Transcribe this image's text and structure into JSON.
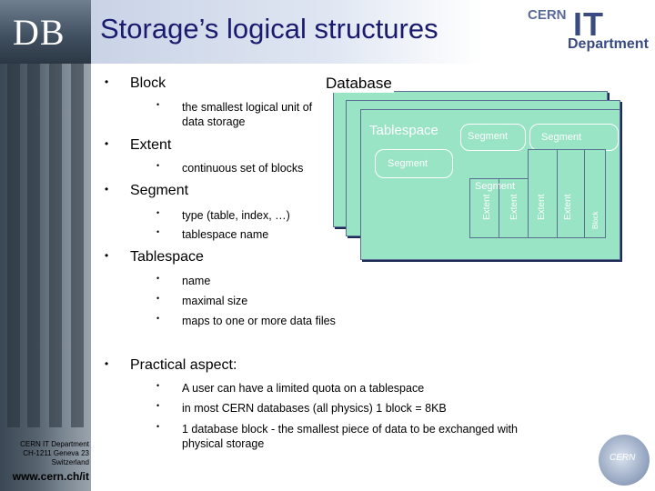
{
  "header": {
    "logo": "DB",
    "title": "Storage’s logical structures",
    "cern": "CERN",
    "it": "IT",
    "department": "Department"
  },
  "sidebar": {
    "address": [
      "CERN IT Department",
      "CH-1211 Geneva 23",
      "Switzerland"
    ],
    "url": "www.cern.ch/it"
  },
  "bullets": [
    {
      "label": "Block",
      "sub": [
        "the smallest logical unit of data storage"
      ]
    },
    {
      "label": "Extent",
      "sub": [
        "continuous set of blocks"
      ]
    },
    {
      "label": "Segment",
      "sub": [
        "type (table, index, …)",
        "tablespace name"
      ]
    },
    {
      "label": "Tablespace",
      "sub": [
        "name",
        "maximal size",
        "maps to one or more data files"
      ]
    },
    {
      "label": "Practical aspect:",
      "sub": [
        "A user can have a limited quota on a tablespace",
        "in most CERN databases (all physics) 1 block = 8KB",
        "1 database block - the smallest piece of data to be exchanged with physical storage"
      ]
    }
  ],
  "diagram": {
    "database": "Database",
    "tablespace": "Tablespace",
    "segment": "Segment",
    "extent": "Extent",
    "block": "Block"
  },
  "footer": {
    "seal": "CERN"
  },
  "colors": {
    "title": "#1a1a6e",
    "diagram_fill": "#98e4c4",
    "diagram_shadow": "#1d2b55"
  }
}
